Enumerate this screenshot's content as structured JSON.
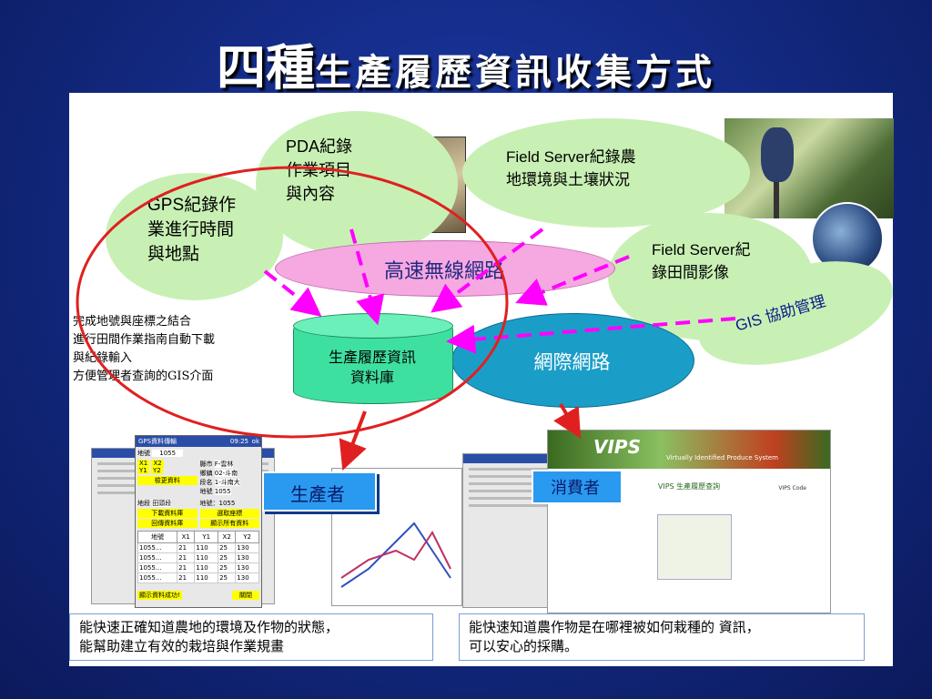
{
  "title": {
    "big": "四種",
    "rest": "生產履歷資訊收集方式"
  },
  "bubbles": {
    "pda": [
      "PDA紀錄",
      "作業項目",
      "與內容"
    ],
    "gps": [
      "GPS紀錄作",
      "業進行時間",
      "與地點"
    ],
    "field_env": [
      "Field Server紀錄農",
      "地環境與土壤狀況"
    ],
    "field_img": [
      "Field Server紀",
      "錄田間影像"
    ],
    "gis": "GIS 協助管理"
  },
  "network": {
    "wireless": "高速無線網路",
    "internet": "網際網路"
  },
  "database": [
    "生產履歷資訊",
    "資料庫"
  ],
  "left_notes": [
    "完成地號與座標之結合",
    "進行田間作業指南自動下載",
    "與紀錄輸入",
    "方便管理者查詢的GIS介面"
  ],
  "roles": {
    "producer": "生產者",
    "consumer": "消費者"
  },
  "captions": {
    "producer": [
      "能快速正確知道農地的環境及作物的狀態，",
      "能幫助建立有效的栽培與作業規畫"
    ],
    "consumer": [
      "能快速知道農作物是在哪裡被如何栽種的 資訊，",
      "可以安心的採購。"
    ]
  },
  "gps_app": {
    "title": "GPS資料傳輸",
    "time": "09:25",
    "ok": "ok",
    "field_label": "地號",
    "field_value": "1055",
    "coords": [
      [
        "X1",
        "X2"
      ],
      [
        "Y1",
        "Y2"
      ]
    ],
    "combo_labels": [
      "縣市",
      "鄉鎮",
      "段名",
      "地號"
    ],
    "combo_values": [
      "F-雲林",
      "02-斗南",
      "1-斗南大",
      "1055"
    ],
    "btn_coord": "檢更資料",
    "land_label": "地段",
    "land_value": "田頭段",
    "land_no": "地號：1055",
    "btn_download": "下載資料庫",
    "btn_upload": "回傳資料庫",
    "btn_choose": "選取座標",
    "btn_all": "顯示所有資料",
    "table_headers": [
      "地號",
      "X1",
      "Y1",
      "X2",
      "Y2"
    ],
    "table_rows": [
      [
        "1055...",
        "21",
        "110",
        "25",
        "130"
      ],
      [
        "1055...",
        "21",
        "110",
        "25",
        "130"
      ],
      [
        "1055...",
        "21",
        "110",
        "25",
        "130"
      ],
      [
        "1055...",
        "21",
        "110",
        "25",
        "130"
      ]
    ],
    "status": "顯示資料成功!",
    "close": "關閉"
  },
  "vips": {
    "logo": "VIPS",
    "tagline": "Virtually Identified Produce System",
    "page_title": "VIPS 生產履歷查詢",
    "code_label": "VIPS Code"
  }
}
